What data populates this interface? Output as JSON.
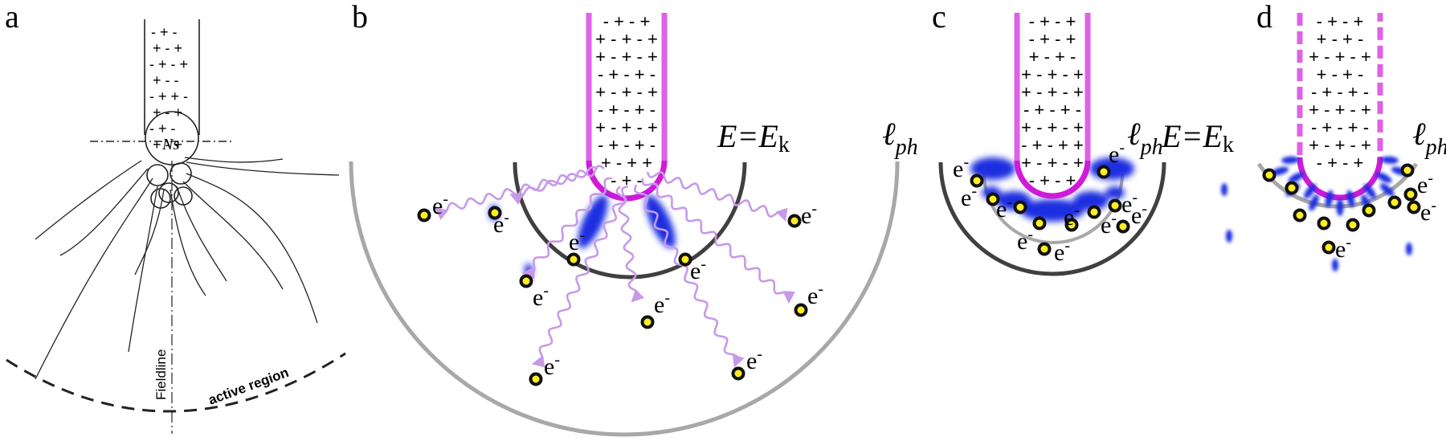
{
  "panels": {
    "a": {
      "letter": "a",
      "sketch_label_ns": "Ns",
      "sketch_label_fieldline": "Fieldline",
      "sketch_label_active_region": "active region"
    },
    "b": {
      "letter": "b",
      "field_label": "E=E",
      "field_sub": "k",
      "length_label": "ℓ",
      "length_sub": "ph"
    },
    "c": {
      "letter": "c",
      "field_label": "E=E",
      "field_sub": "k",
      "length_label": "ℓ",
      "length_sub": "ph"
    },
    "d": {
      "letter": "d",
      "length_label": "ℓ",
      "length_sub": "ph"
    }
  },
  "electron_symbol": "e",
  "electron_charge": "-",
  "colors": {
    "photon": "#c79ae8",
    "tip_edge": "#e060e8",
    "tip_outline_c": "#d01ad8",
    "arc_dark": "#404040",
    "arc_light": "#a8a8a8",
    "electron_fill": "#ffee22",
    "electron_ring": "#111111",
    "plume": "#1a2ee0"
  }
}
